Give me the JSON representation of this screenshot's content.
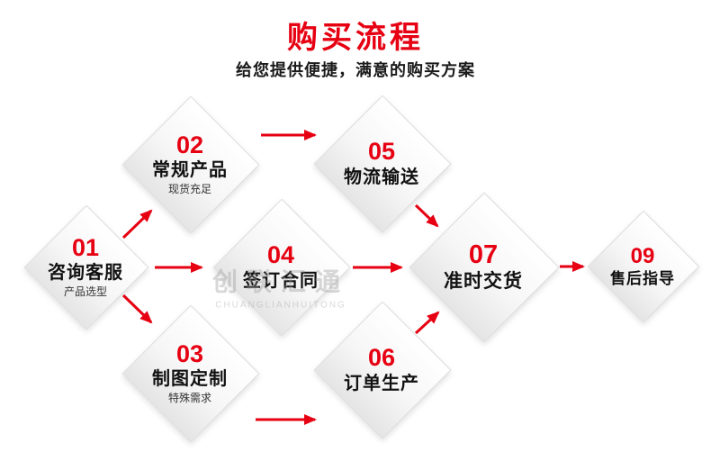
{
  "header": {
    "title": "购买流程",
    "subtitle": "给您提供便捷，满意的购买方案"
  },
  "watermark": {
    "name": "创联汇通",
    "name_en": "CHUANGLIANHUITONG"
  },
  "nodes": [
    {
      "number": "01",
      "label": "咨询客服",
      "sublabel": "产品选型"
    },
    {
      "number": "02",
      "label": "常规产品",
      "sublabel": "现货充足"
    },
    {
      "number": "03",
      "label": "制图定制",
      "sublabel": "特殊需求"
    },
    {
      "number": "04",
      "label": "签订合同",
      "sublabel": ""
    },
    {
      "number": "05",
      "label": "物流输送",
      "sublabel": ""
    },
    {
      "number": "06",
      "label": "订单生产",
      "sublabel": ""
    },
    {
      "number": "07",
      "label": "准时交货",
      "sublabel": ""
    },
    {
      "number": "09",
      "label": "售后指导",
      "sublabel": ""
    }
  ],
  "colors": {
    "accent": "#e60012",
    "text": "#1a1a1a"
  }
}
